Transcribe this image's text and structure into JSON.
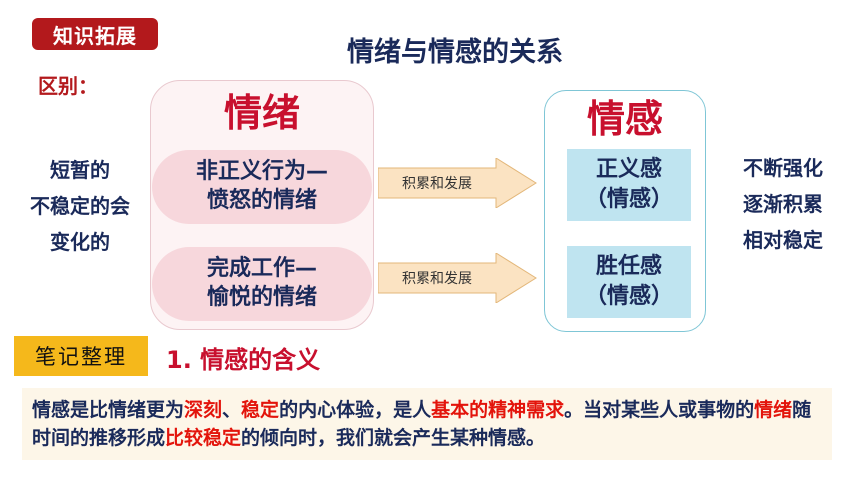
{
  "tag": "知识拓展",
  "title": "情绪与情感的关系",
  "difference_label": "区别：",
  "emotion": {
    "heading": "情绪",
    "desc": [
      "短暂的",
      "不稳定的会",
      "变化的"
    ],
    "items": [
      [
        "非正义行为—",
        "愤怒的情绪"
      ],
      [
        "完成工作—",
        "愉悦的情绪"
      ]
    ]
  },
  "arrows": [
    "积累和发展",
    "积累和发展"
  ],
  "feeling": {
    "heading": "情感",
    "desc": [
      "不断强化",
      "逐渐积累",
      "相对稳定"
    ],
    "items": [
      [
        "正义感",
        "（情感）"
      ],
      [
        "胜任感",
        "（情感）"
      ]
    ]
  },
  "notes_label": "笔记整理",
  "section_title": "1. 情感的含义",
  "definition": {
    "p1": "情感是比情绪更为",
    "h1": "深刻",
    "p2": "、",
    "h2": "稳定",
    "p3": "的内心体验，是人",
    "h3": "基本的精神需求",
    "p4": "。当对某些人或事物的",
    "h4": "情绪",
    "p5": "随时间的推移形成",
    "h5": "比较稳定",
    "p6": "的倾向时，我们就会产生某种情感。"
  },
  "colors": {
    "accent_red": "#c8102e",
    "navy_text": "#1a2a5a",
    "arrow_fill": "#fbe3c2",
    "notes_bg": "#f5b81b"
  }
}
